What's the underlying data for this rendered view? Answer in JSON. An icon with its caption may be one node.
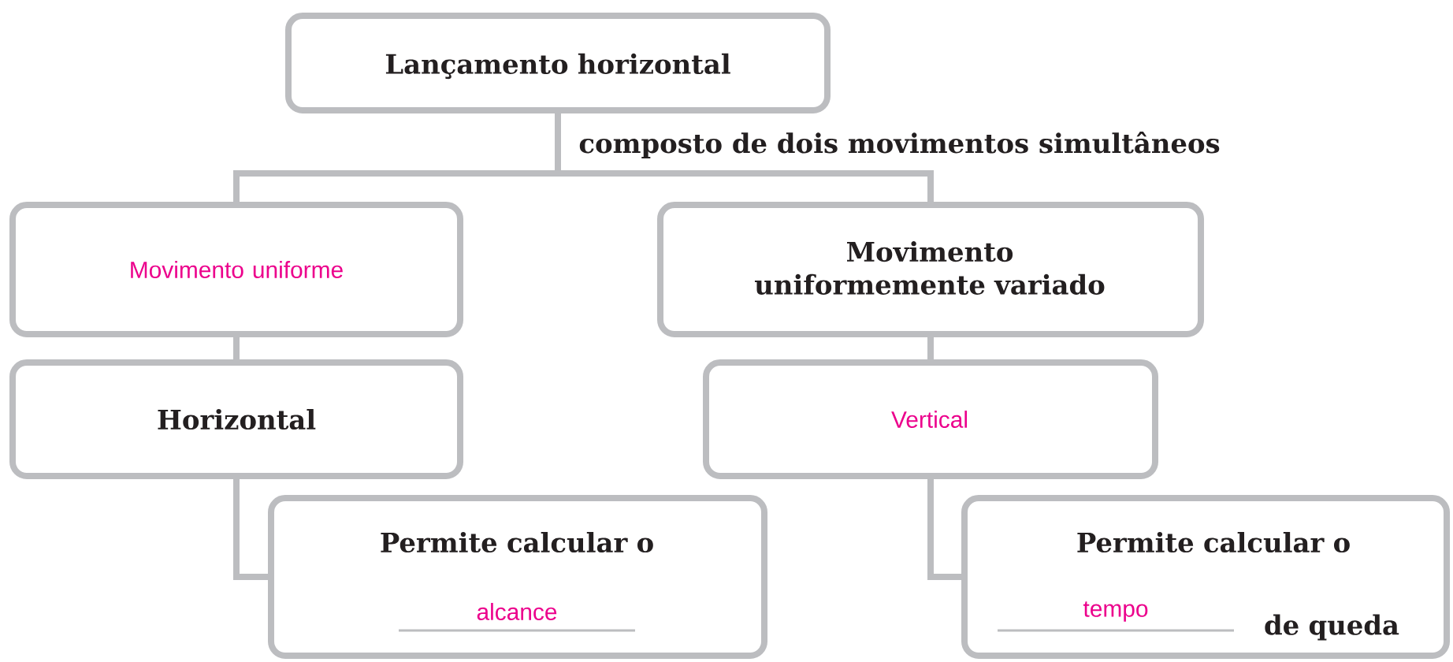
{
  "diagram": {
    "nodes": [
      {
        "text": [
          "Lançamento horizontal"
        ]
      },
      {
        "text": [
          "Movimento uniforme"
        ]
      },
      {
        "text": [
          "Movimento uniformemente variado"
        ]
      },
      {
        "text": [
          "Horizontal"
        ]
      },
      {
        "text": [
          "Permite calcular o",
          "alcance"
        ]
      },
      {
        "text": [
          "Vertical"
        ]
      },
      {
        "text": [
          "Permite calcular o",
          "tempo",
          "de queda"
        ]
      }
    ],
    "edges": [
      {
        "from": 0,
        "to": 1,
        "arrow": "none",
        "label": "composto de dois movimentos simultâneos"
      },
      {
        "from": 0,
        "to": 2,
        "arrow": "none"
      },
      {
        "from": 1,
        "to": 3,
        "arrow": "none"
      },
      {
        "from": 3,
        "to": 4,
        "arrow": "none"
      },
      {
        "from": 2,
        "to": 5,
        "arrow": "none"
      },
      {
        "from": 5,
        "to": 6,
        "arrow": "none"
      }
    ]
  }
}
